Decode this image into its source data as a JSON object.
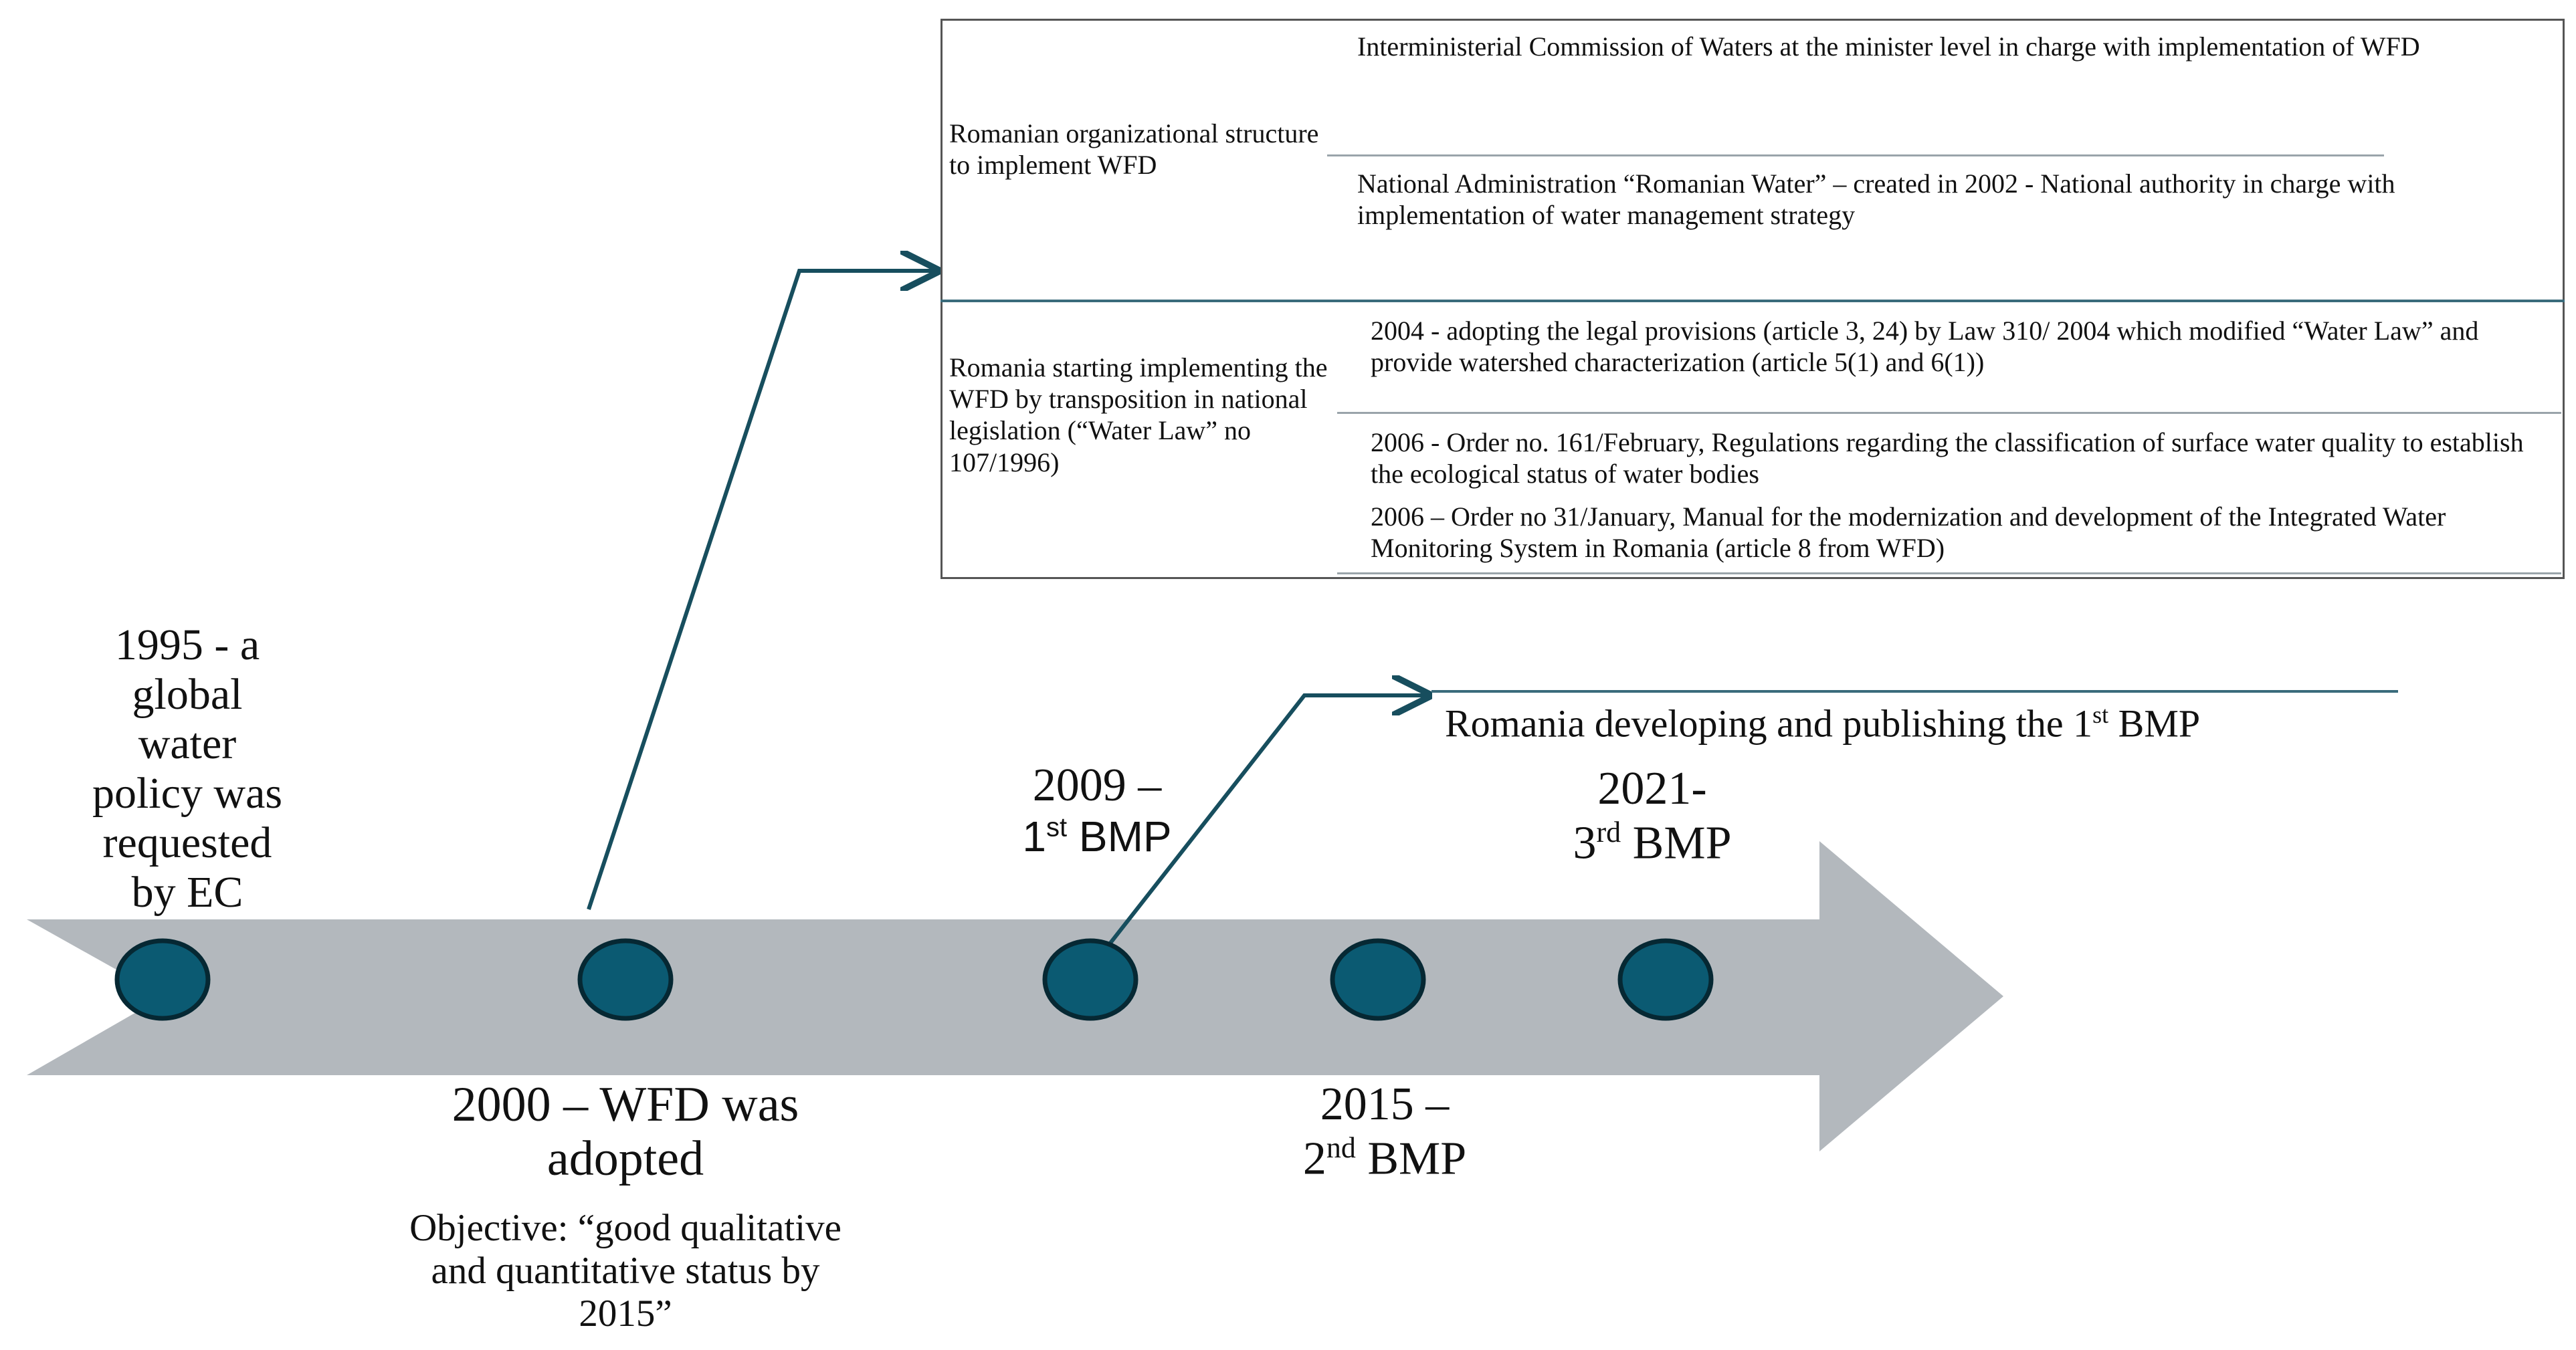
{
  "colors": {
    "arrow": "#b3b8bd",
    "node_fill": "#0b5a72",
    "node_stroke": "#062833",
    "connector": "#174e5e",
    "divider": "#3a6b7b",
    "thin_line": "#9aa4aa"
  },
  "milestones": {
    "m1995": {
      "line1": "1995 -  a",
      "line2": "global",
      "line3": "water",
      "line4": "policy was",
      "line5": "requested",
      "line6": "by EC"
    },
    "m2000": {
      "line1": "2000 – WFD was",
      "line2": "adopted"
    },
    "objective": {
      "line1": "Objective: “good qualitative",
      "line2": "and quantitative status by",
      "line3": "2015”"
    },
    "m2009": {
      "line1": "2009 –",
      "line2_main": "1",
      "line2_sup": "st",
      "line2_rest": " BMP"
    },
    "m2015": {
      "line1": "2015 –",
      "line2_main": "2",
      "line2_sup": "nd",
      "line2_rest": " BMP"
    },
    "m2021": {
      "line1": "2021-",
      "line2_main": "3",
      "line2_sup": "rd",
      "line2_rest": " BMP"
    }
  },
  "bmp_callout": {
    "main": "Romania developing and publishing the 1",
    "sup": "st",
    "rest": " BMP"
  },
  "table": {
    "group1": {
      "label": "Romanian organizational structure to implement WFD",
      "items": [
        "Interministerial Commission of Waters at the minister level in charge with implementation of WFD",
        "National Administration “Romanian Water” – created in 2002 - National authority in charge with implementation of water management strategy"
      ]
    },
    "group2": {
      "label": "Romania starting implementing the WFD by transposition in national legislation (“Water Law” no 107/1996)",
      "items": [
        "2004 - adopting the legal provisions (article 3, 24) by Law 310/ 2004 which modified “Water Law” and provide watershed characterization (article 5(1) and 6(1))",
        "2006 - Order no. 161/February, Regulations regarding the classification of surface water quality to establish the ecological status of water bodies",
        "2006 – Order no 31/January, Manual for the modernization and development of the Integrated Water Monitoring System in Romania (article 8 from WFD)"
      ]
    }
  }
}
